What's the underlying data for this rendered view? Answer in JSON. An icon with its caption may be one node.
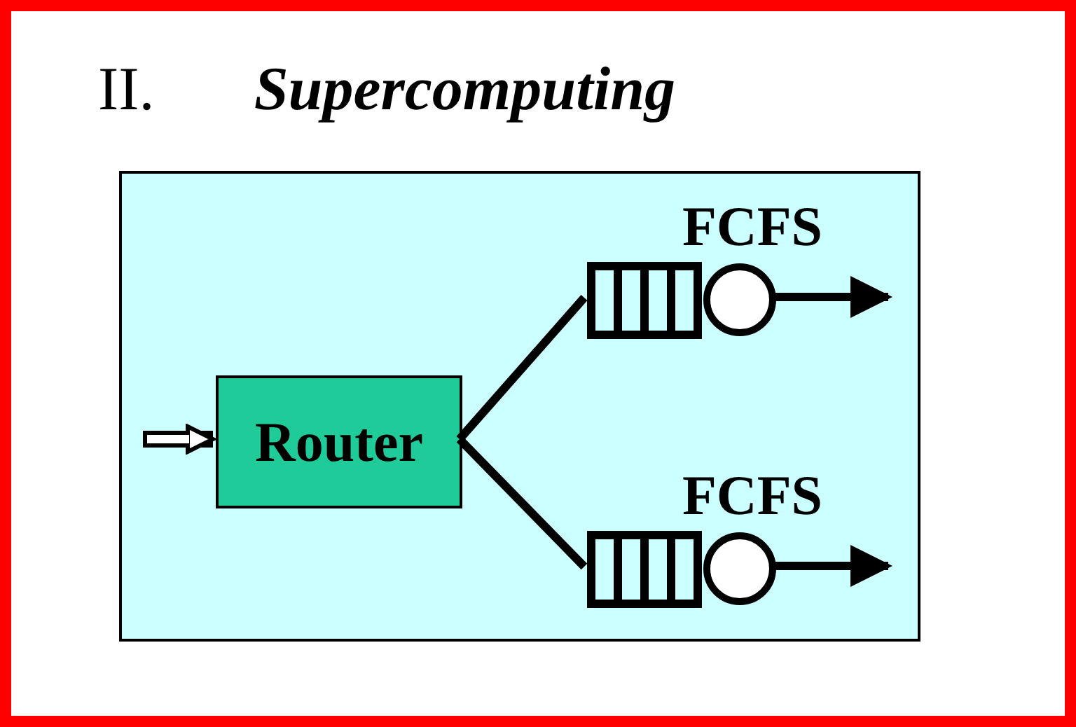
{
  "diagram": {
    "title": "II. *Supercomputing*",
    "nodes": [
      {
        "text": [],
        "shape": "box"
      },
      {
        "text": [
          "Router"
        ],
        "in": 0
      },
      {
        "text": [],
        "shape": "queue",
        "in": 0
      },
      {
        "text": [],
        "shape": "circle",
        "in": 0,
        "beside": [
          "FCFS"
        ]
      },
      {
        "text": [],
        "shape": "queue",
        "in": 0
      },
      {
        "text": [],
        "shape": "circle",
        "in": 0,
        "beside": [
          "FCFS"
        ]
      }
    ],
    "edges": [
      {
        "from": null,
        "to": 1,
        "arrow": "to",
        "style": "thick"
      },
      {
        "from": 1,
        "to": 2,
        "arrow": "none"
      },
      {
        "from": 1,
        "to": 4,
        "arrow": "none"
      },
      {
        "from": 3,
        "to": null,
        "arrow": "to"
      },
      {
        "from": 5,
        "to": null,
        "arrow": "to"
      }
    ]
  }
}
